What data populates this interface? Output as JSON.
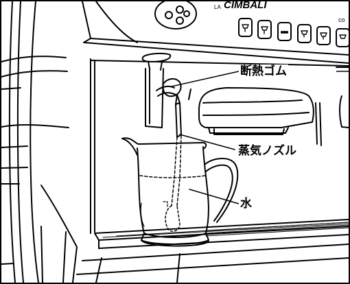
{
  "brand": {
    "name": "CIMBALI",
    "prefix": "LA",
    "edge_text": "co"
  },
  "callouts": [
    {
      "id": "insulation-rubber",
      "text": "断熱ゴム"
    },
    {
      "id": "steam-nozzle",
      "text": "蒸気ノズル"
    },
    {
      "id": "water",
      "text": "水"
    }
  ]
}
